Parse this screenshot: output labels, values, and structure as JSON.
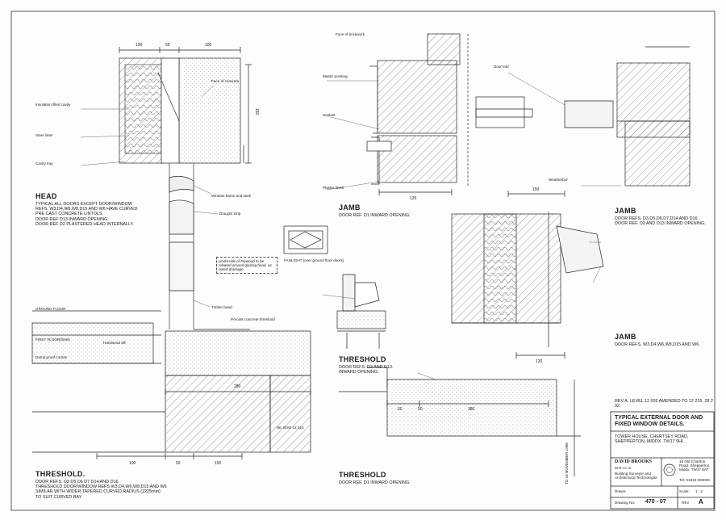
{
  "sheet": {
    "revision_note": "REV A. LEVEL 12 005 AMENDED TO 12 215. 28 2 02.",
    "title": "TYPICAL EXTERNAL DOOR AND FIXED WINDOW DETAILS.",
    "address": "TOWER HOUSE, CHERTSEY ROAD, SHEPPERTON, MIDDX. TW17 9HL",
    "company": "DAVID BROOKS",
    "company_sub": "M.R.I.C.S.",
    "company_role": "Building Surveyor and Architectural Technologist",
    "company_address": "16 Old Charlton Road, Shepperton, Middx. TW17 8AT",
    "company_tel": "Tel: 01932 000000",
    "drawn_label": "Drawn:",
    "scale_label": "Scale:",
    "scale_value": "1 : 2",
    "drawing_no_label": "Drawing No:",
    "drawing_no": "470 - 07",
    "rev_label": "REV",
    "rev_value": "A",
    "vertical_ref": "TO 15 NOVEMBER 1996"
  },
  "head": {
    "title": "HEAD",
    "notes": [
      "TYPICAL ALL DOORS EXCEPT DOOR/WINDOW",
      "REFS. W3,D4,W6,W8,D15 AND W6 HAVE CURVED",
      "PRE CAST CONCRETE LINTOLS.",
      "DOOR REF D13 INWARD OPENING",
      "DOOR REF D2 PLASTERED HEAD INTERNALLY."
    ],
    "dims": [
      "100",
      "50",
      "100"
    ],
    "dim_side": "150"
  },
  "jamb_d1": {
    "title": "JAMB",
    "note": "DOOR REF. D1 INWARD OPENING.",
    "dim": "120"
  },
  "jamb_right": {
    "title": "JAMB",
    "notes": [
      "DOOR REFS. D3,D5,D6,D7,D14 AND D16.",
      "DOOR REF. D2 AND D13 INWARD OPENING."
    ]
  },
  "jamb_w": {
    "title": "JAMB",
    "note": "DOOR REFS. W3,D4,W6,W8,D15 AND W6.",
    "dims": [
      "150",
      "120"
    ]
  },
  "threshold_mid": {
    "title": "THRESHOLD",
    "notes": [
      "DOOR REFS. D2 AND D13.",
      "INWARD OPENING."
    ]
  },
  "threshold_left": {
    "title": "THRESHOLD.",
    "notes": [
      "DOOR REFS. D3 D5 D6 D7 D14 AND D16.",
      "THRESHOLD DOOR/WINDOW REFS W3,D4,W6,W8,D15 AND W6",
      "SIMILAR WITH WIDER TAPERED CURVED RADIUS (2225mm)",
      "TO SUIT CURVED BAY."
    ],
    "dims": [
      "100",
      "50",
      "150"
    ],
    "dim_280": "280",
    "level": "WL 8150 12 215"
  },
  "threshold_bottom": {
    "title": "THRESHOLD",
    "note": "DOOR REF. D1 INWARD OPENING.",
    "dims": [
      "60",
      "50",
      "380"
    ]
  },
  "fanlight": {
    "caption": "FANLIGHT (over ground floor doors)"
  },
  "levels": {
    "ground": "GROUND FLOOR",
    "first": "FIRST FLOOR(lintel)"
  },
  "callouts": {
    "underside": "Underside of Plywood to be rebated around glazing head, as noted drainage",
    "insulation": "Insulation filled cavity",
    "steel_lintel": "Steel lintel",
    "window_frame": "Window frame and sash",
    "hardwood_sill": "Hardwood sill",
    "concrete_threshold": "Precast concrete threshold",
    "face_of_brickwork": "Face of brickwork",
    "face_of_concrete": "Face of concrete",
    "cavity_tray": "Cavity tray",
    "timber_bead": "Timber bead",
    "draught_strip": "Draught strip",
    "damp_proof": "Damp proof course",
    "weatherbar": "Weatherbar",
    "door_leaf": "Door leaf",
    "mastic": "Mastic pointing",
    "plaster": "Plaster finish",
    "sealant": "Sealant"
  }
}
